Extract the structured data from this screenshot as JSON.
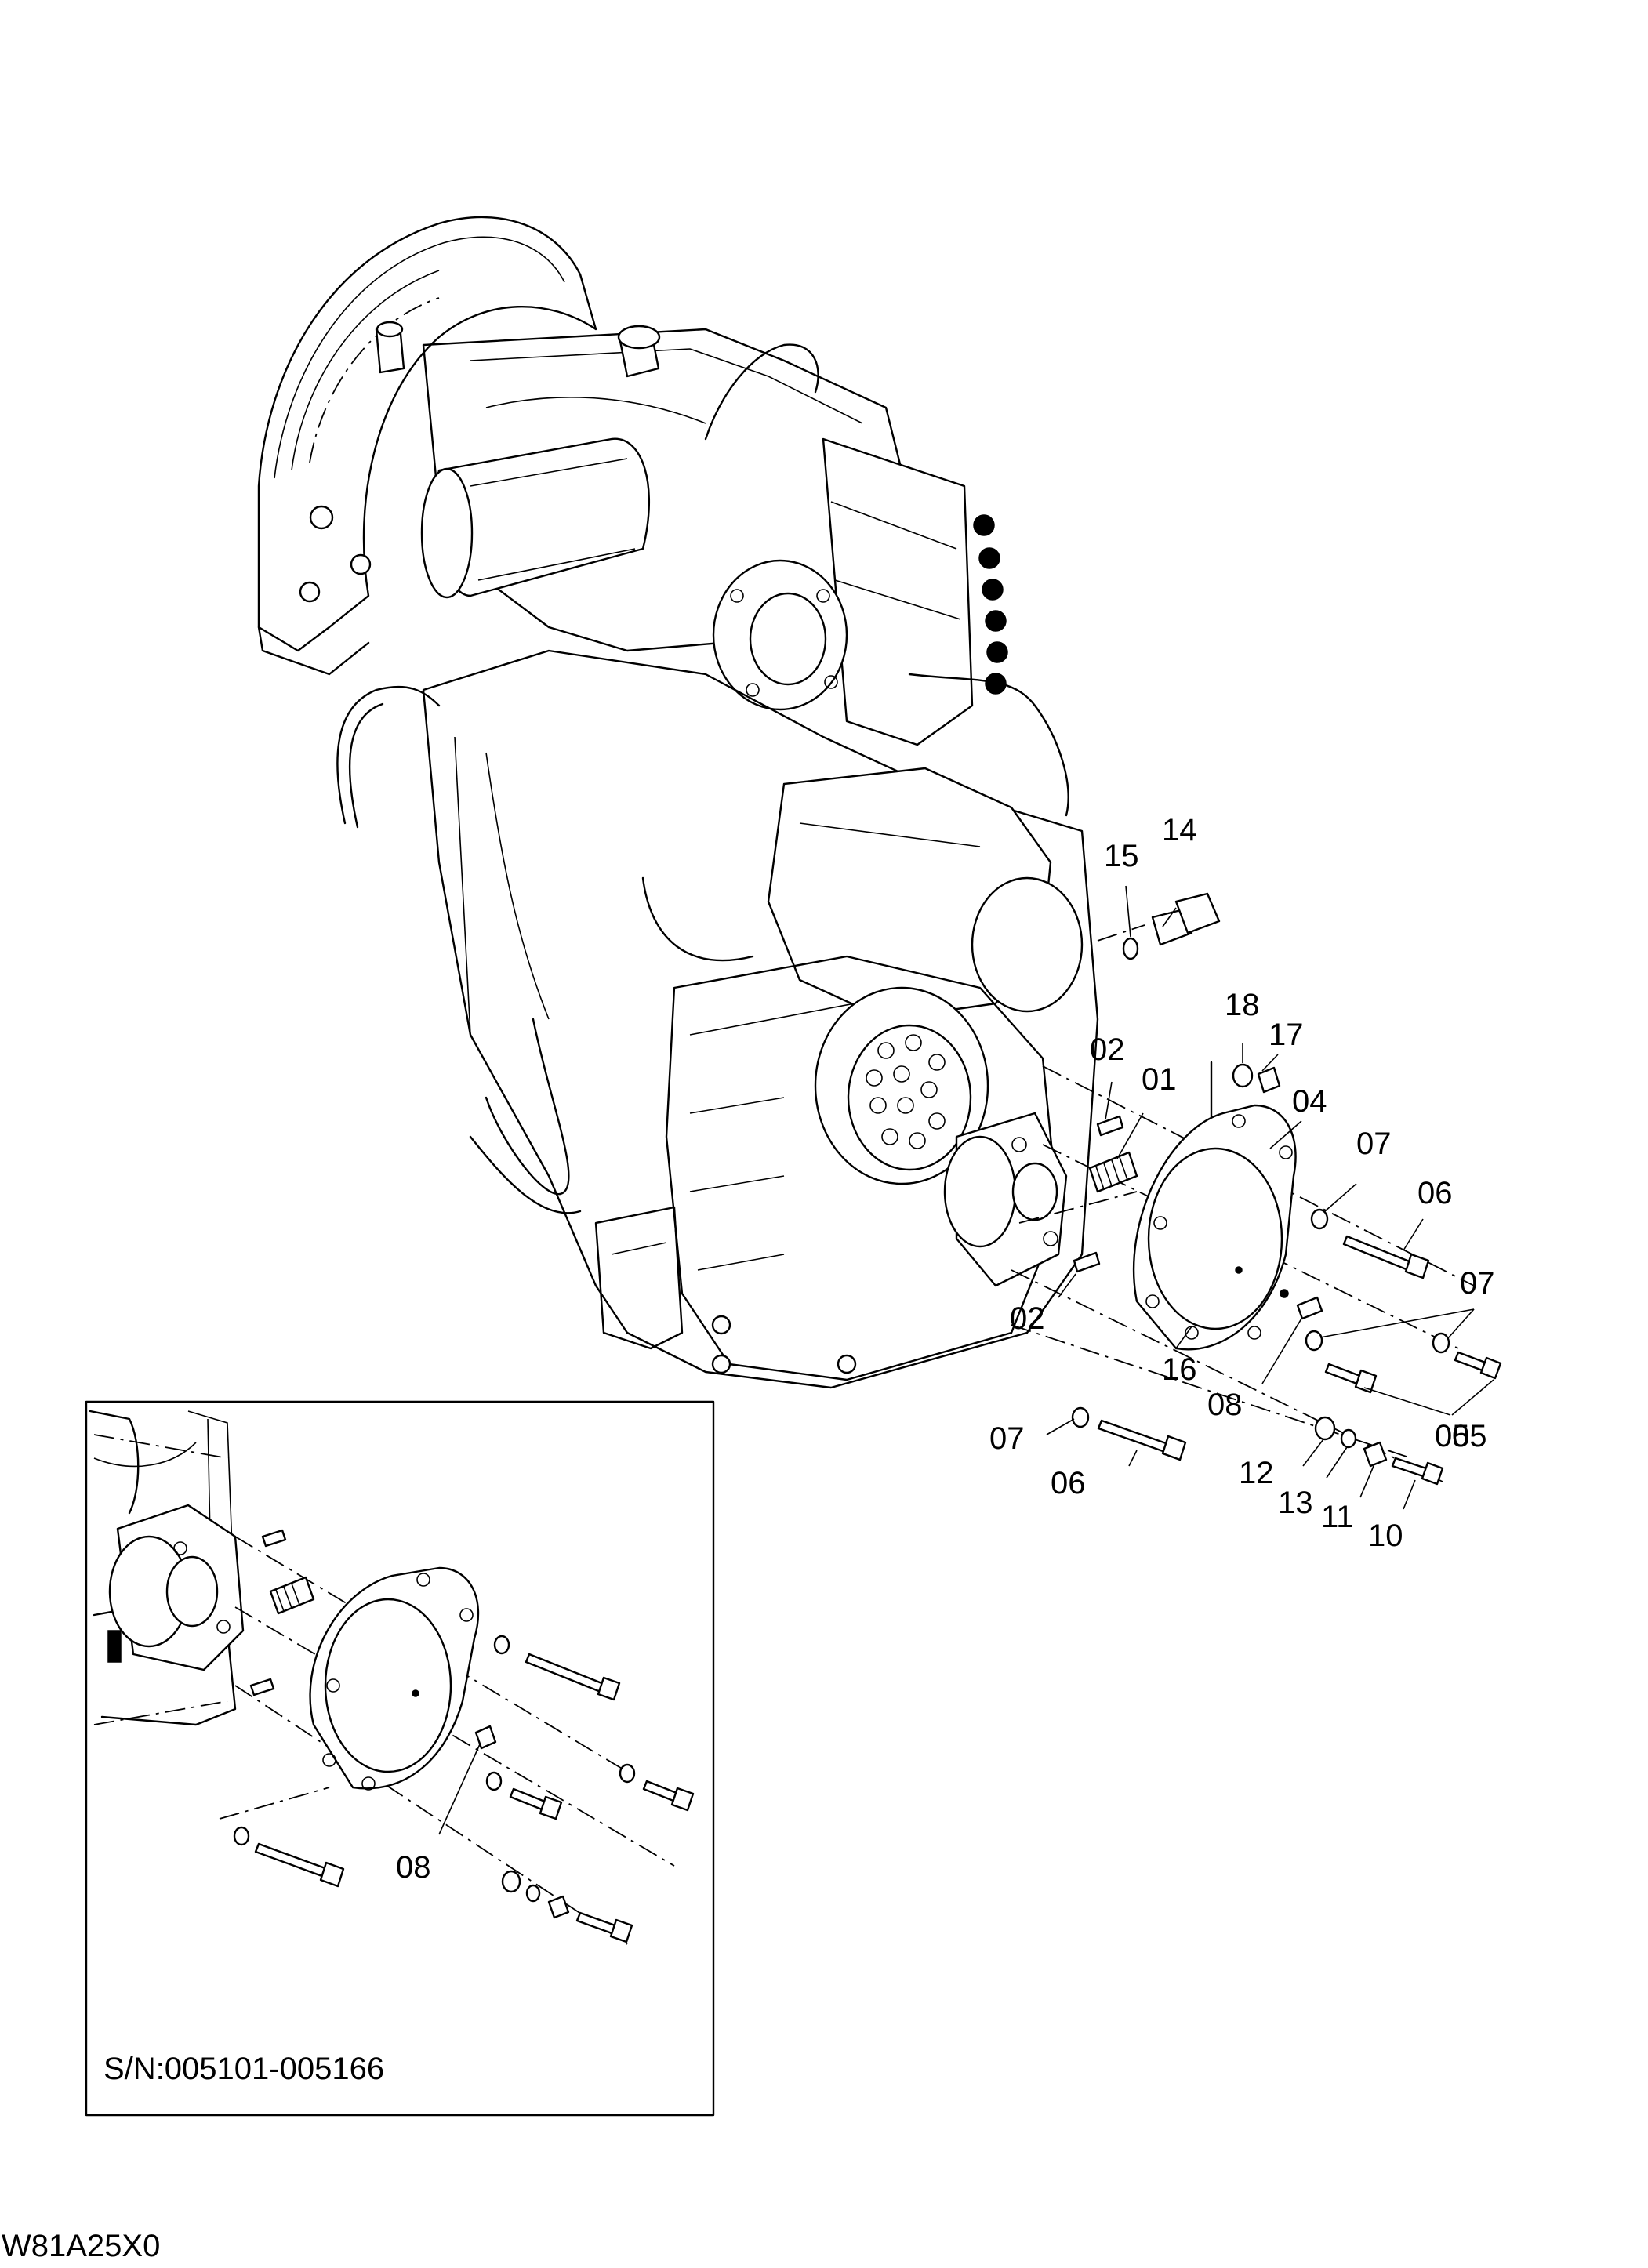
{
  "diagram": {
    "part_callouts": [
      "14",
      "15",
      "18",
      "17",
      "02",
      "01",
      "04",
      "07",
      "06",
      "07",
      "05",
      "02",
      "16",
      "08",
      "07",
      "06",
      "12",
      "13",
      "11",
      "10",
      "05"
    ],
    "inset": {
      "callouts": [
        "08"
      ],
      "caption": "S/N:005101-005166"
    },
    "drawing_code": "W81A25X0"
  }
}
